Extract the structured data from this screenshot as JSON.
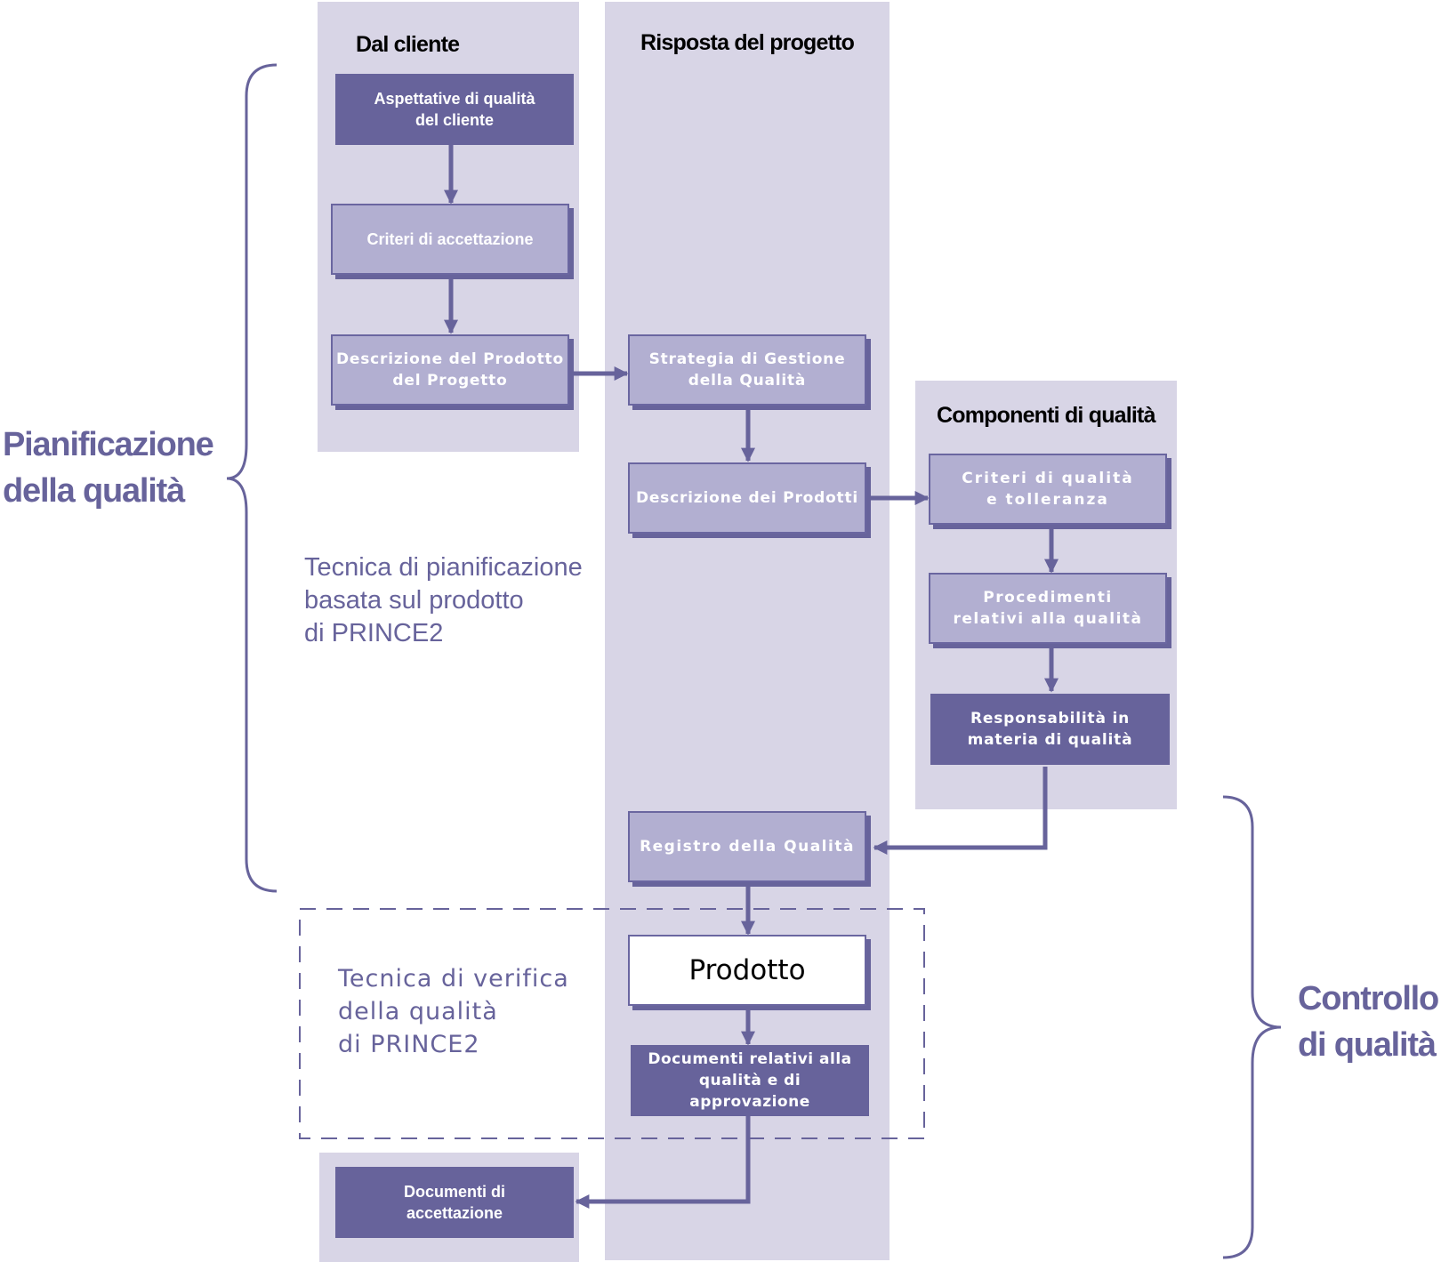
{
  "lanes": {
    "client": "Dal cliente",
    "project": "Risposta del progetto",
    "components": "Componenti di qualità"
  },
  "boxes": {
    "customer_expectations": "Aspettative di qualità del cliente",
    "acceptance_criteria": "Criteri di accettazione",
    "project_product_description": "Descrizione del Prodotto del Progetto",
    "quality_management_strategy": "Strategia di Gestione della Qualità",
    "product_descriptions": "Descrizione dei Prodotti",
    "quality_criteria_tolerance": "Criteri di qualità e tolleranza",
    "quality_procedures": "Procedimenti relativi alla qualità",
    "quality_responsibilities": "Responsabilità in materia di qualità",
    "quality_register": "Registro della Qualità",
    "product": "Prodotto",
    "quality_approval_records": "Documenti relativi alla qualità e di approvazione",
    "acceptance_records": "Documenti di accettazione"
  },
  "labels": {
    "quality_planning": "Pianificazione\ndella qualità",
    "quality_control": "Controllo\ndi qualità",
    "product_based_planning": "Tecnica di pianificazione\nbasata sul prodotto\ndi PRINCE2",
    "quality_review_technique": "Tecnica di verifica\ndella qualità\ndi PRINCE2"
  },
  "colors": {
    "accent": "#67639b",
    "box_light": "#b2afd1",
    "lane_bg": "#d8d5e6"
  }
}
